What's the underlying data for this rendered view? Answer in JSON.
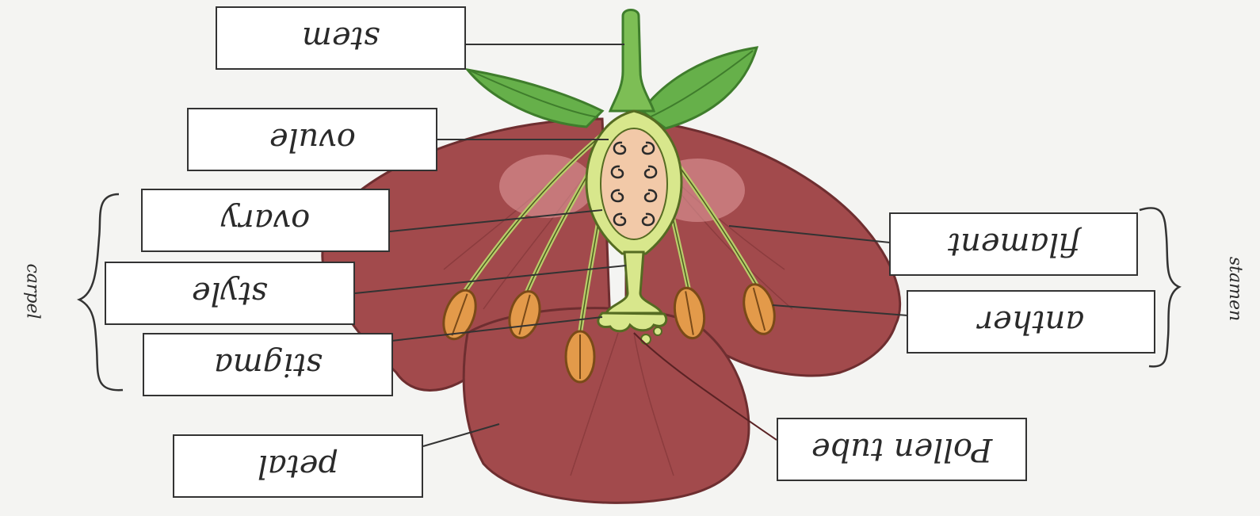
{
  "labels": {
    "stem": "stem",
    "ovule": "ovule",
    "ovary": "ovary",
    "style": "style",
    "stigma": "stigma",
    "petal": "petal",
    "filament": "filament",
    "anther": "anther",
    "pollen_tube": "Pollen tube"
  },
  "groups": {
    "carpel": "carpel",
    "stamen": "stamen"
  },
  "colors": {
    "petal": "#a24a4c",
    "petal_dark": "#7e3436",
    "petal_light": "#d98a8c",
    "leaf": "#66b04a",
    "leaf_dark": "#3f7d2c",
    "pistil": "#cfe08a",
    "anther": "#e39a4a",
    "line": "#333333"
  }
}
